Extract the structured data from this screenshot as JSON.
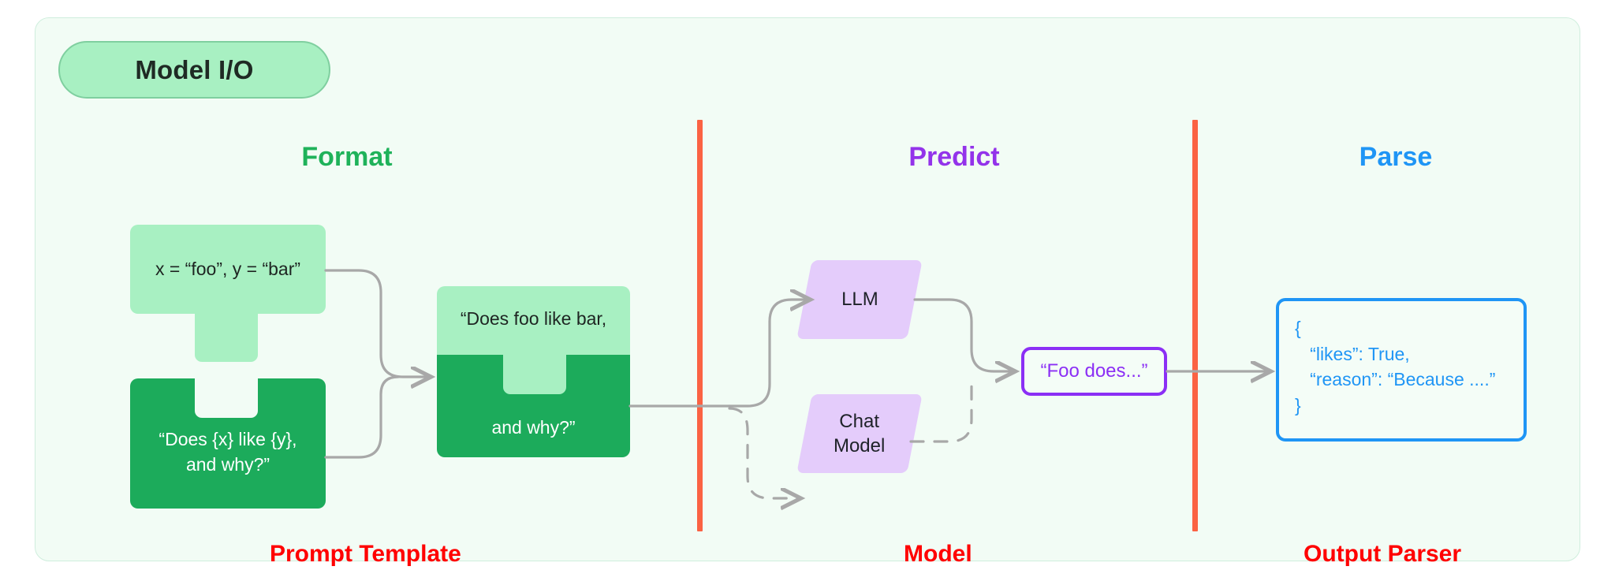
{
  "badge": {
    "label": "Model I/O"
  },
  "sections": {
    "format": {
      "heading": "Format",
      "color": "#1fb25a",
      "footer": "Prompt Template"
    },
    "predict": {
      "heading": "Predict",
      "color": "#9333ea",
      "footer": "Model"
    },
    "parse": {
      "heading": "Parse",
      "color": "#1f95f5",
      "footer": "Output Parser"
    }
  },
  "nodes": {
    "variables": {
      "text": "x = “foo”, y = “bar”"
    },
    "prompt_template": {
      "line1": "“Does {x} like {y},",
      "line2": "and why?”"
    },
    "formatted_prompt": {
      "line1": "“Does foo like bar,",
      "line2": "and why?”"
    },
    "llm": {
      "label": "LLM"
    },
    "chat_model": {
      "line1": "Chat",
      "line2": "Model"
    },
    "prediction": {
      "text": "“Foo does...”"
    },
    "parsed_output": {
      "text": "{\n   “likes”: True,\n   “reason”: “Because ....”\n}"
    }
  },
  "colors": {
    "panel_bg": "#f2fcf5",
    "panel_border": "#cfeedd",
    "badge_fill": "#a8f0c2",
    "badge_border": "#7fcf9f",
    "green_light": "#a8f0c2",
    "green_dark": "#1cab5b",
    "purple_fill": "#e4ccfb",
    "purple_accent": "#8b2ff5",
    "blue_accent": "#1f95f5",
    "divider_red": "#fb6243",
    "footer_red": "#ff0000",
    "wire_gray": "#a8a8a8"
  }
}
